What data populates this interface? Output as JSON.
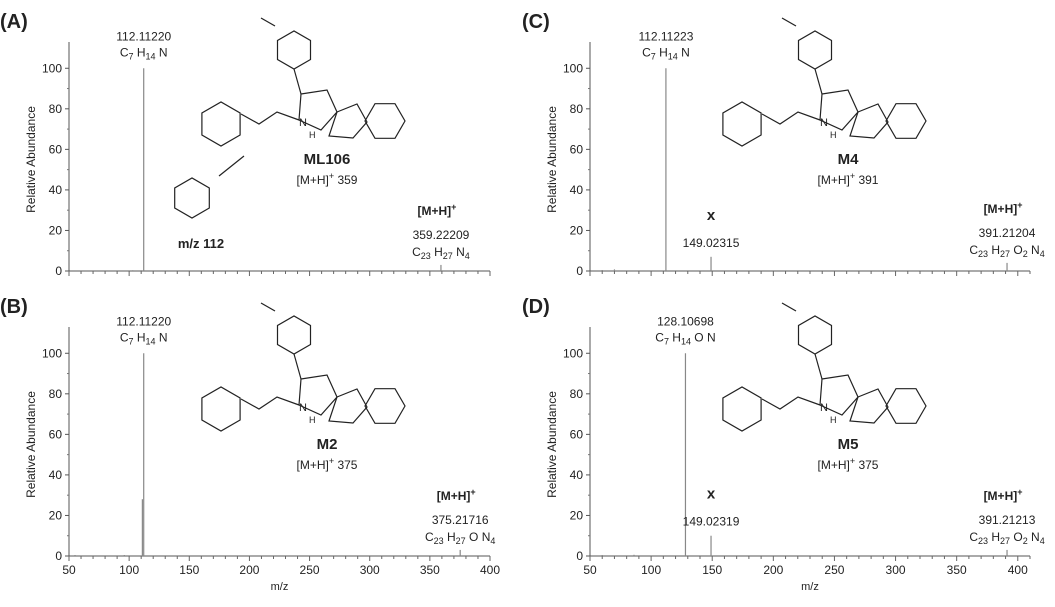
{
  "chart_data": [
    {
      "type": "bar",
      "panel_label": "(A)",
      "compound": "ML106",
      "precursor_text": "[M+H]",
      "precursor_sup": "+",
      "precursor_mz": "359",
      "ylabel": "Relative Abundance",
      "xlabel": "",
      "xlim": [
        50,
        400
      ],
      "ylim": [
        0,
        110
      ],
      "yticks": [
        0,
        20,
        40,
        60,
        80,
        100
      ],
      "xticks": [],
      "fragment_label": "m/z 112",
      "peaks": [
        {
          "mz": 112.1122,
          "intensity": 100
        },
        {
          "mz": 359.22209,
          "intensity": 3
        },
        {
          "mz": 103,
          "intensity": 0.4
        },
        {
          "mz": 110,
          "intensity": 0.4
        }
      ],
      "annotations": [
        {
          "mz": 112.1122,
          "label": "112.11220",
          "formula": "C7 H14 N",
          "header": ""
        },
        {
          "mz": 359.22209,
          "label": "359.22209",
          "formula": "C23 H27 N4",
          "header": "[M+H]+"
        }
      ]
    },
    {
      "type": "bar",
      "panel_label": "(B)",
      "compound": "M2",
      "precursor_text": "[M+H]",
      "precursor_sup": "+",
      "precursor_mz": "375",
      "ylabel": "Relative Abundance",
      "xlabel": "m/z",
      "xlim": [
        50,
        400
      ],
      "ylim": [
        0,
        110
      ],
      "yticks": [
        0,
        20,
        40,
        60,
        80,
        100
      ],
      "xticks": [
        50,
        100,
        150,
        200,
        250,
        300,
        350,
        400
      ],
      "peaks": [
        {
          "mz": 112.1122,
          "intensity": 100
        },
        {
          "mz": 375.21716,
          "intensity": 3
        },
        {
          "mz": 111,
          "intensity": 28
        },
        {
          "mz": 55,
          "intensity": 0.5
        },
        {
          "mz": 96,
          "intensity": 0.5
        }
      ],
      "annotations": [
        {
          "mz": 112.1122,
          "label": "112.11220",
          "formula": "C7 H14 N",
          "header": ""
        },
        {
          "mz": 375.21716,
          "label": "375.21716",
          "formula": "C23 H27 O N4",
          "header": "[M+H]+"
        }
      ]
    },
    {
      "type": "bar",
      "panel_label": "(C)",
      "compound": "M4",
      "precursor_text": "[M+H]",
      "precursor_sup": "+",
      "precursor_mz": "391",
      "ylabel": "Relative Abundance",
      "xlabel": "",
      "xlim": [
        50,
        410
      ],
      "ylim": [
        0,
        110
      ],
      "yticks": [
        0,
        20,
        40,
        60,
        80,
        100
      ],
      "xticks": [],
      "marker_label": "x",
      "peaks": [
        {
          "mz": 112.11223,
          "intensity": 100
        },
        {
          "mz": 149.02315,
          "intensity": 7
        },
        {
          "mz": 391.21204,
          "intensity": 4
        },
        {
          "mz": 60,
          "intensity": 0.5
        },
        {
          "mz": 70,
          "intensity": 0.8
        }
      ],
      "annotations": [
        {
          "mz": 112.11223,
          "label": "112.11223",
          "formula": "C7 H14 N",
          "header": ""
        },
        {
          "mz": 149.02315,
          "label": "149.02315",
          "formula": "",
          "header": "x"
        },
        {
          "mz": 391.21204,
          "label": "391.21204",
          "formula": "C23 H27 O2 N4",
          "header": "[M+H]+"
        }
      ]
    },
    {
      "type": "bar",
      "panel_label": "(D)",
      "compound": "M5",
      "precursor_text": "[M+H]",
      "precursor_sup": "+",
      "precursor_mz": "375",
      "ylabel": "Relative Abundance",
      "xlabel": "m/z",
      "xlim": [
        50,
        410
      ],
      "ylim": [
        0,
        110
      ],
      "yticks": [
        0,
        20,
        40,
        60,
        80,
        100
      ],
      "xticks": [
        50,
        100,
        150,
        200,
        250,
        300,
        350,
        400
      ],
      "marker_label": "x",
      "peaks": [
        {
          "mz": 128.10698,
          "intensity": 100
        },
        {
          "mz": 149.02319,
          "intensity": 10
        },
        {
          "mz": 391.21213,
          "intensity": 3
        },
        {
          "mz": 60,
          "intensity": 0.5
        },
        {
          "mz": 86,
          "intensity": 0.6
        }
      ],
      "annotations": [
        {
          "mz": 128.10698,
          "label": "128.10698",
          "formula": "C7 H14 O N",
          "header": ""
        },
        {
          "mz": 149.02319,
          "label": "149.02319",
          "formula": "",
          "header": "x"
        },
        {
          "mz": 391.21213,
          "label": "391.21213",
          "formula": "C23 H27 O2 N4",
          "header": "[M+H]+"
        }
      ]
    }
  ]
}
